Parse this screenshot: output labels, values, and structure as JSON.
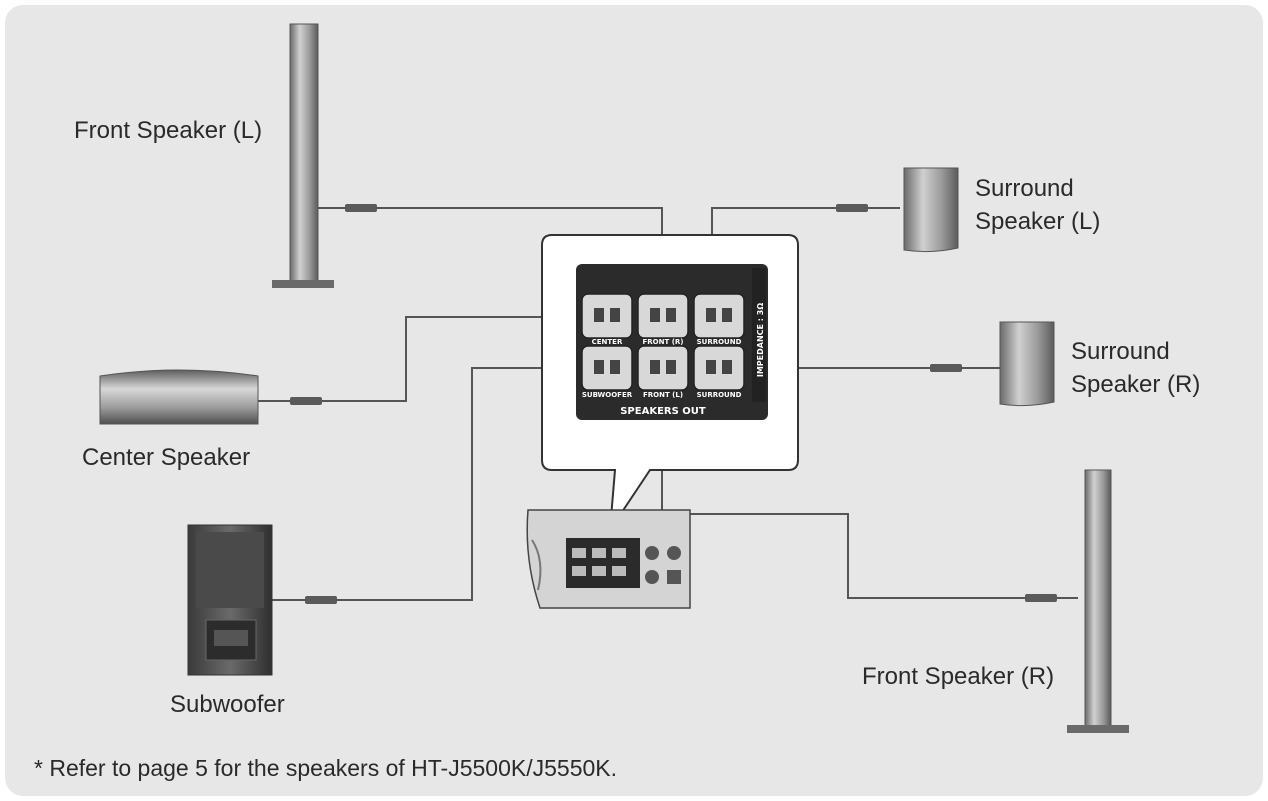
{
  "labels": {
    "front_left": "Front Speaker (L)",
    "surround_left_1": "Surround",
    "surround_left_2": "Speaker (L)",
    "surround_right_1": "Surround",
    "surround_right_2": "Speaker (R)",
    "center": "Center Speaker",
    "subwoofer": "Subwoofer",
    "front_right": "Front Speaker (R)"
  },
  "panel": {
    "terminal_labels_top": [
      "CENTER",
      "FRONT (R)",
      "SURROUND"
    ],
    "terminal_labels_bottom": [
      "SUBWOOFER",
      "FRONT (L)",
      "SURROUND"
    ],
    "speakers_out": "SPEAKERS OUT",
    "impedance": "IMPEDANCE : 3Ω"
  },
  "footnote": "* Refer to page 5 for the speakers of HT-J5500K/J5550K.",
  "colors": {
    "background": "#e7e7e7",
    "panel": "#2b2b2b",
    "wire": "#555555",
    "speaker": "#8c8c8c"
  }
}
